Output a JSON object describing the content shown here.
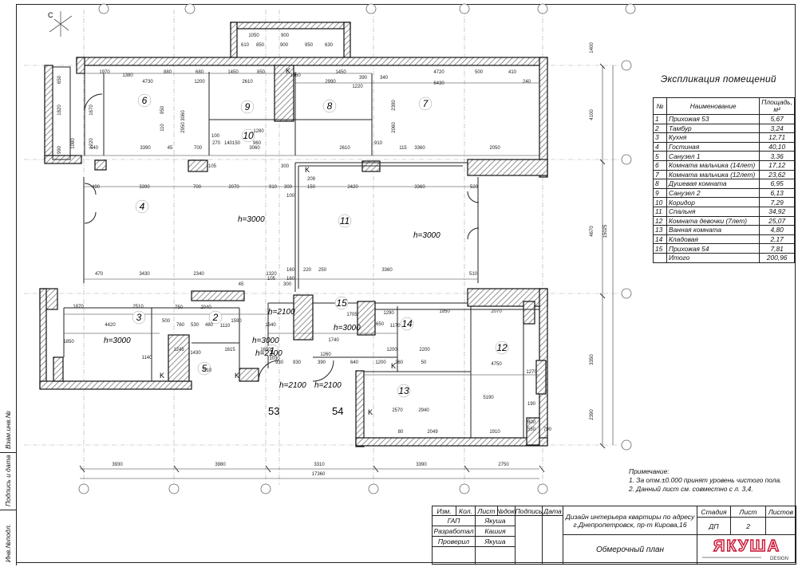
{
  "compass": "С",
  "rooms": [
    {
      "num": "1"
    },
    {
      "num": "2"
    },
    {
      "num": "3"
    },
    {
      "num": "4"
    },
    {
      "num": "5"
    },
    {
      "num": "6"
    },
    {
      "num": "7"
    },
    {
      "num": "8"
    },
    {
      "num": "9"
    },
    {
      "num": "10"
    },
    {
      "num": "11"
    },
    {
      "num": "12"
    },
    {
      "num": "13"
    },
    {
      "num": "14"
    },
    {
      "num": "15"
    }
  ],
  "heights": {
    "h1": "h=3000",
    "h2": "h=3000",
    "h3": "h=3000",
    "h4": "h=3000",
    "h5": "h=3000",
    "h6": "h=3000",
    "d1": "h=2100",
    "d2": "h=2100",
    "d3": "h=2100",
    "d4": "h=2100"
  },
  "apartments": {
    "a53": "53",
    "a54": "54"
  },
  "markers": {
    "k": "K"
  },
  "dims": {
    "top_row": [
      "4730",
      "2610",
      "2990",
      "4720",
      "6430",
      "1970",
      "1450",
      "850",
      "1450",
      "390",
      "340",
      "880",
      "680",
      "410",
      "500",
      "1380",
      "1360",
      "1220",
      "1200",
      "240"
    ],
    "balcony": [
      "610",
      "850",
      "900",
      "950",
      "630",
      "1050",
      "900"
    ],
    "mid_row": [
      "3390",
      "3060",
      "2610",
      "3360",
      "2050",
      "700",
      "100",
      "270",
      "140",
      "960",
      "115",
      "540",
      "910",
      "1280",
      "300",
      "45",
      "150",
      "105"
    ],
    "row2": [
      "3390",
      "700",
      "2070",
      "910",
      "300",
      "100",
      "2420",
      "3360",
      "490",
      "520",
      "150",
      "209"
    ],
    "row3": [
      "3430",
      "2340",
      "1320",
      "160",
      "220",
      "250",
      "3360",
      "470",
      "510",
      "160",
      "105",
      "300",
      "45"
    ],
    "row4": [
      "2510",
      "750",
      "2040",
      "1870",
      "4420",
      "760",
      "530",
      "480",
      "500",
      "1590",
      "1740",
      "1640",
      "1290",
      "1950",
      "2070",
      "1170",
      "650",
      "1705"
    ],
    "row5": [
      "1850",
      "1140",
      "1245",
      "1110",
      "1615",
      "1690",
      "1030",
      "930",
      "930",
      "390",
      "640",
      "1200",
      "510",
      "1430",
      "260",
      "50",
      "1260",
      "1200",
      "2200"
    ],
    "lower": [
      "4750",
      "5190",
      "1270",
      "2049",
      "1910",
      "2570",
      "2940",
      "80",
      "190",
      "550",
      "800",
      "790"
    ],
    "bottom": [
      "3930",
      "3980",
      "3310",
      "3390",
      "2750",
      "17360"
    ],
    "verticals": [
      "4100",
      "4670",
      "15025",
      "3350",
      "2390",
      "3060",
      "2950",
      "2390",
      "2060",
      "1400",
      "1820",
      "990",
      "1080",
      "650",
      "1670",
      "1220",
      "950",
      "110"
    ]
  },
  "explication": {
    "title": "Экспликация помещений",
    "headers": [
      "№",
      "Наименование",
      "Площадь, м²"
    ],
    "rows": [
      [
        "1",
        "Прихожая 53",
        "5,67"
      ],
      [
        "2",
        "Тамбур",
        "3,24"
      ],
      [
        "3",
        "Кухня",
        "12,71"
      ],
      [
        "4",
        "Гостиная",
        "40,10"
      ],
      [
        "5",
        "Санузел 1",
        "3,36"
      ],
      [
        "6",
        "Комната мальчика (14лет)",
        "17,12"
      ],
      [
        "7",
        "Комната мальчика (12лет)",
        "23,62"
      ],
      [
        "8",
        "Душевая комната",
        "6,95"
      ],
      [
        "9",
        "Санузел 2",
        "6,13"
      ],
      [
        "10",
        "Коридор",
        "7,29"
      ],
      [
        "11",
        "Спальня",
        "34,92"
      ],
      [
        "12",
        "Комната девочки (7лет)",
        "25,07"
      ],
      [
        "13",
        "Ванная комната",
        "4,80"
      ],
      [
        "14",
        "Кладовая",
        "2,17"
      ],
      [
        "15",
        "Прихожая 54",
        "7,81"
      ],
      [
        "",
        "Итого",
        "200,96"
      ]
    ]
  },
  "note": {
    "title": "Примечание:",
    "lines": [
      "1. За отм.±0.000 принят уровень чистого пола.",
      "2. Данный лист см. совместно с л. 3,4."
    ]
  },
  "side_stamp": [
    "Взам.инв.№",
    "Подпись и дата",
    "Инв.№подл."
  ],
  "title_block": {
    "headers": [
      "Изм.",
      "Кол.",
      "Лист",
      "№док.",
      "Подпись",
      "Дата"
    ],
    "roles": [
      {
        "role": "ГАП",
        "name": "Якуша"
      },
      {
        "role": "Разработал",
        "name": "Кашия"
      },
      {
        "role": "Проверил",
        "name": "Якуша"
      }
    ],
    "project": "Дизайн интерьера квартиры по адресу\nг.Днепропетровск, пр-т Кирова,16",
    "sheet_title": "Обмерочный план",
    "stage_h": "Стадия",
    "sheet_h": "Лист",
    "sheets_h": "Листов",
    "stage": "ДП",
    "sheet": "2",
    "sheets": "",
    "logo": "ЯКУША",
    "logo_sub": "DESIGN"
  }
}
